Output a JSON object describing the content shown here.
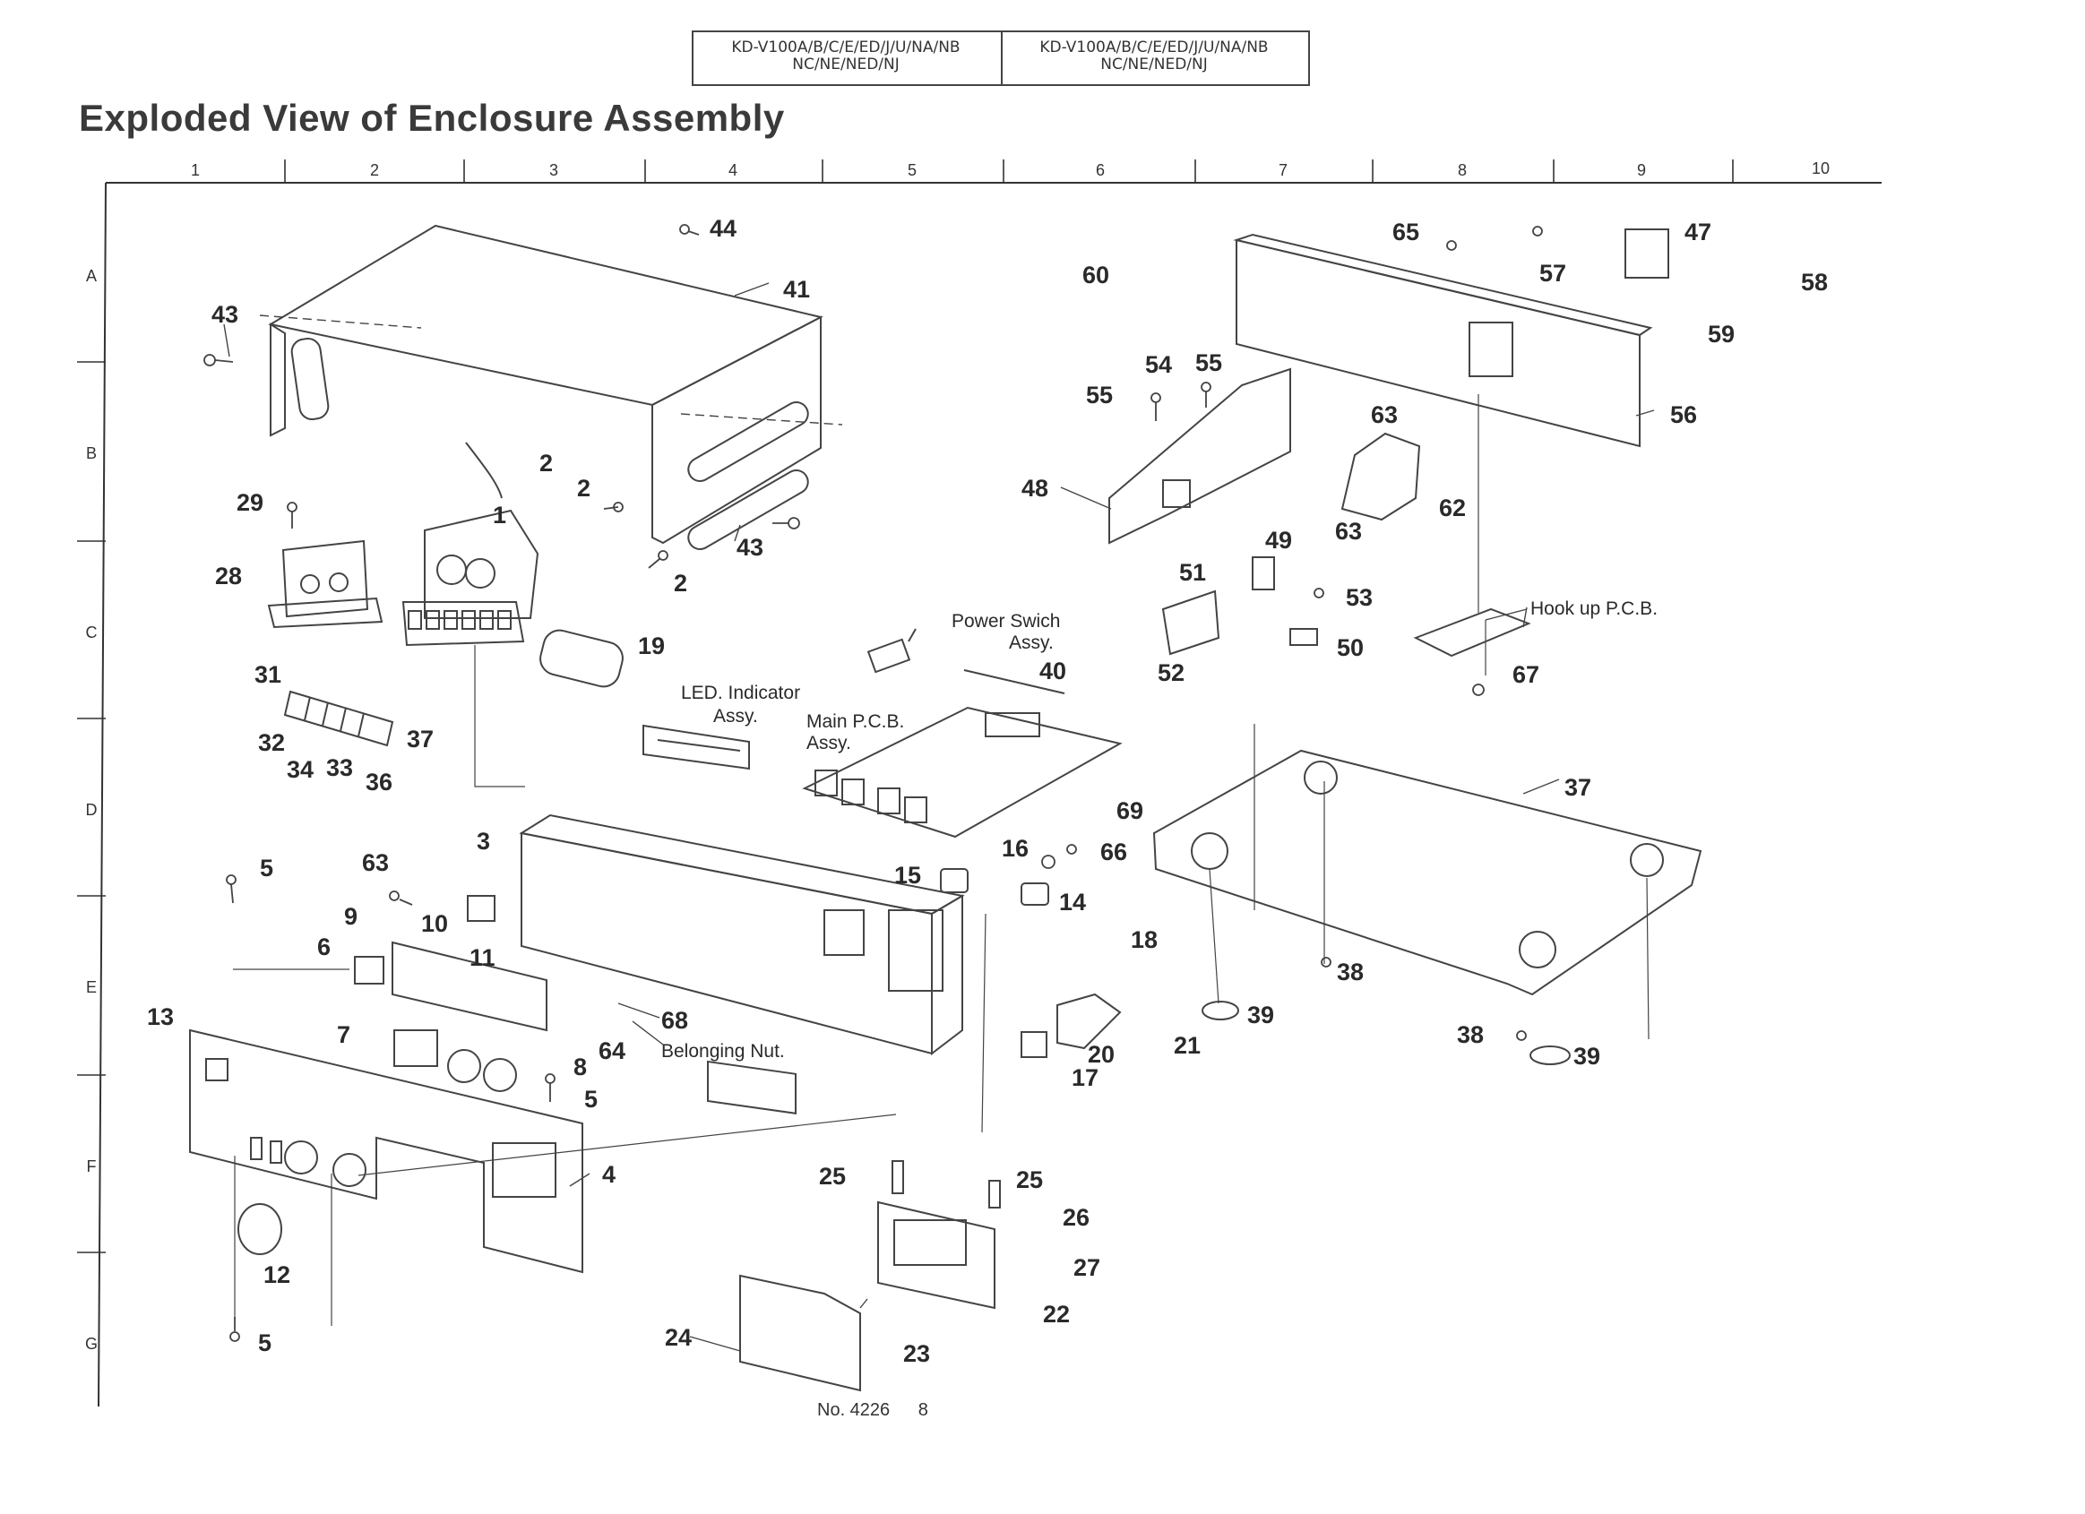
{
  "header": {
    "left_line1": "KD-V100A/B/C/E/ED/J/U/NA/NB",
    "left_line2": "NC/NE/NED/NJ",
    "right_line1": "KD-V100A/B/C/E/ED/J/U/NA/NB",
    "right_line2": "NC/NE/NED/NJ"
  },
  "title": "Exploded View of Enclosure Assembly",
  "grid": {
    "columns": [
      "1",
      "2",
      "3",
      "4",
      "5",
      "6",
      "7",
      "8",
      "9",
      "10"
    ],
    "rows": [
      "A",
      "B",
      "C",
      "D",
      "E",
      "F",
      "G"
    ]
  },
  "callouts": {
    "c44": "44",
    "c41": "41",
    "c43a": "43",
    "c43b": "43",
    "c2a": "2",
    "c2b": "2",
    "c2c": "2",
    "c1": "1",
    "c29": "29",
    "c28": "28",
    "c19": "19",
    "c31": "31",
    "c32": "32",
    "c34": "34",
    "c33": "33",
    "c36": "36",
    "c37a": "37",
    "c3": "3",
    "c5a": "5",
    "c5b": "5",
    "c5c": "5",
    "c63a": "63",
    "c10": "10",
    "c9": "9",
    "c6": "6",
    "c11": "11",
    "c13": "13",
    "c7": "7",
    "c8": "8",
    "c64": "64",
    "c68": "68",
    "c4": "4",
    "c12": "12",
    "c60": "60",
    "c54": "54",
    "c55a": "55",
    "c55b": "55",
    "c48": "48",
    "c65": "65",
    "c57": "57",
    "c47": "47",
    "c58": "58",
    "c59": "59",
    "c56": "56",
    "c63b": "63",
    "c63c": "63",
    "c62": "62",
    "c49": "49",
    "c51": "51",
    "c53": "53",
    "c50": "50",
    "c52": "52",
    "c67": "67",
    "c40": "40",
    "c69": "69",
    "c66": "66",
    "c16": "16",
    "c15": "15",
    "c14": "14",
    "c37b": "37",
    "c38a": "38",
    "c38b": "38",
    "c39a": "39",
    "c39b": "39",
    "c18": "18",
    "c20": "20",
    "c21": "21",
    "c17": "17",
    "c25a": "25",
    "c25b": "25",
    "c26": "26",
    "c27": "27",
    "c22": "22",
    "c24": "24",
    "c23": "23"
  },
  "labels": {
    "power_switch_1": "Power Swich",
    "power_switch_2": "Assy.",
    "led_indicator_1": "LED. Indicator",
    "led_indicator_2": "Assy.",
    "main_pcb_1": "Main P.C.B.",
    "main_pcb_2": "Assy.",
    "hookup_pcb": "Hook up P.C.B.",
    "belonging_nut": "Belonging Nut."
  },
  "footer": {
    "doc_no": "No. 4226",
    "page": "8"
  }
}
